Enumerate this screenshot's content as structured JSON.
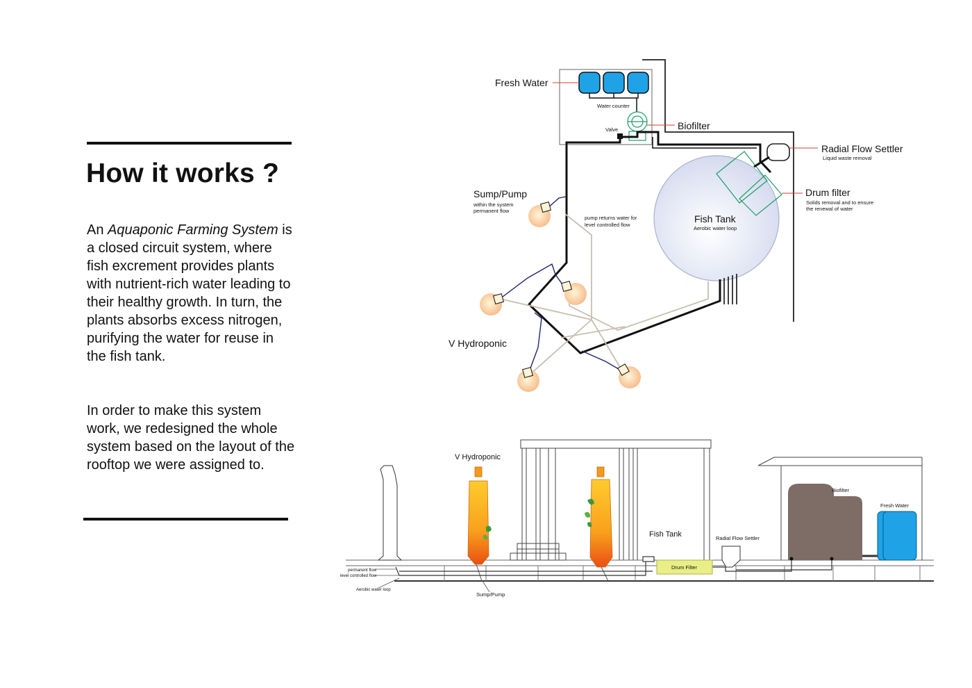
{
  "title": "How it works ?",
  "paragraph1": {
    "prefix": "An ",
    "emphasis": "Aquaponic Farming System",
    "rest": " is a closed circuit system, where fish excrement provides plants with nutrient-rich water leading to their healthy growth. In turn, the plants absorbs excess nitrogen, purifying the water for reuse in the fish tank."
  },
  "paragraph2": "In order to make this system work, we redesigned the whole system based on the layout of the rooftop we were assigned to.",
  "plan_diagram": {
    "fresh_water": "Fresh Water",
    "water_counter": "Water counter",
    "valve": "Valve",
    "biofilter": "Biofilter",
    "radial_flow_settler": "Radial Flow Settler",
    "radial_flow_settler_note": "Liquid waste removal",
    "drum_filter": "Drum filter",
    "drum_filter_note_1": "Solids removal and to ensure",
    "drum_filter_note_2": "the renewal of water",
    "sump_pump": "Sump/Pump",
    "sump_pump_note_1": "within the system",
    "sump_pump_note_2": "permanent flow",
    "pump_returns_note_1": "pump returns water for",
    "pump_returns_note_2": "level controlled flow",
    "fish_tank": "Fish Tank",
    "fish_tank_note": "Aerobic water loop",
    "v_hydroponic": "V Hydroponic"
  },
  "section_diagram": {
    "v_hydroponic": "V Hydroponic",
    "fish_tank": "Fish Tank",
    "radial_flow_settler": "Radial Flow Settler",
    "drum_filter": "Drum Filter",
    "biofilter": "Biofilter",
    "fresh_water": "Fresh Water",
    "permanent_flow": "permanent flow",
    "level_controlled_flow": "level controlled flow",
    "aerobic_water_loop": "Aerobic water loop",
    "sump_pump": "Sump/Pump"
  },
  "colors": {
    "fresh_water_blue": "#1fa3e6",
    "biofilter_green": "#1e9a6a",
    "leader_red": "#d9383a",
    "fish_tank_fill": "#dfe4f2",
    "hydroponic_orange": "#f39a1e",
    "drum_filter_yellow": "#e9ef86",
    "biofilter_brown": "#7d6d66",
    "return_pipe_tan": "#c7bfae",
    "sump_pipe_navy": "#1c2470"
  }
}
